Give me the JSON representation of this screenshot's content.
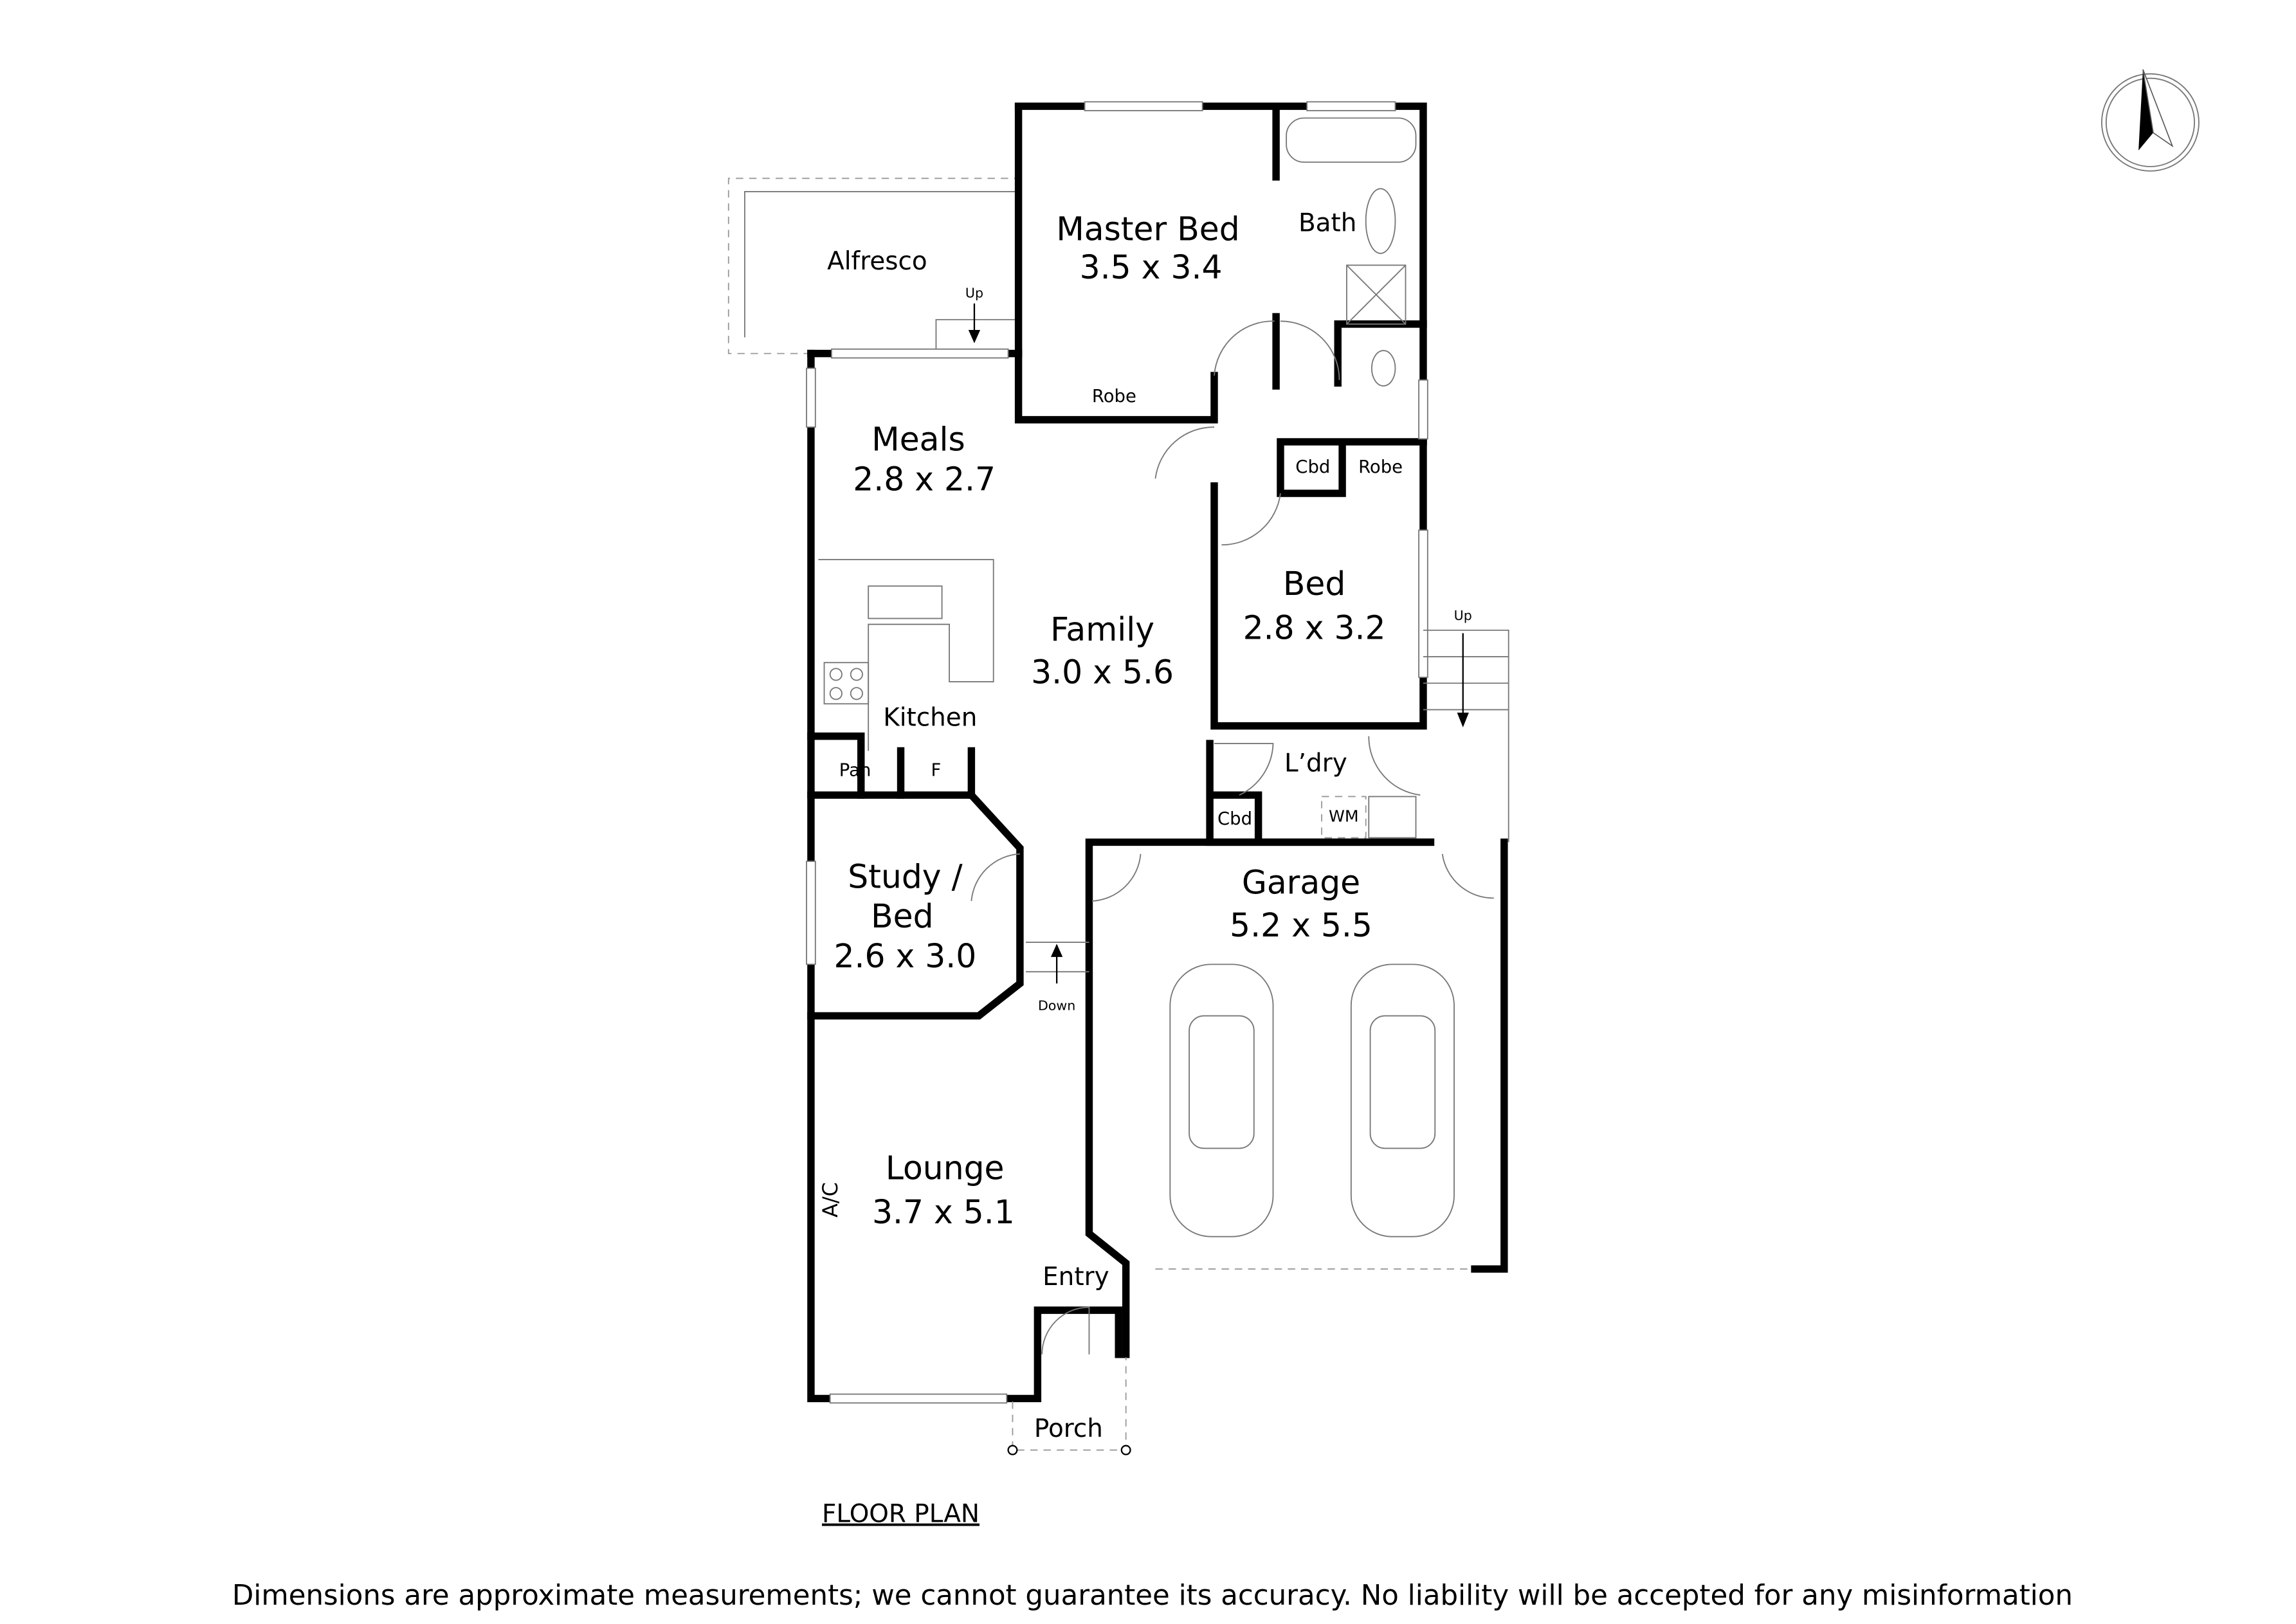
{
  "plan_title": "FLOOR PLAN",
  "disclaimer": "Dimensions are approximate measurements; we cannot guarantee its accuracy. No liability will be accepted for any misinformation",
  "compass": {
    "icon": "north-arrow-icon"
  },
  "rooms": {
    "master_bed": {
      "name": "Master Bed",
      "dims": "3.5 x 3.4"
    },
    "bath": {
      "name": "Bath"
    },
    "alfresco": {
      "name": "Alfresco"
    },
    "meals": {
      "name": "Meals",
      "dims": "2.8 x 2.7"
    },
    "family": {
      "name": "Family",
      "dims": "3.0 x 5.6"
    },
    "bed": {
      "name": "Bed",
      "dims": "2.8 x 3.2"
    },
    "kitchen": {
      "name": "Kitchen"
    },
    "laundry": {
      "name": "L’dry"
    },
    "study": {
      "name1": "Study /",
      "name2": "Bed",
      "dims": "2.6 x 3.0"
    },
    "garage": {
      "name": "Garage",
      "dims": "5.2 x 5.5"
    },
    "lounge": {
      "name": "Lounge",
      "dims": "3.7 x 5.1"
    },
    "entry": {
      "name": "Entry"
    },
    "porch": {
      "name": "Porch"
    }
  },
  "labels": {
    "robe_master": "Robe",
    "robe_bed": "Robe",
    "cbd_bed": "Cbd",
    "cbd_ldry": "Cbd",
    "wm": "WM",
    "pantry": "Pan",
    "fridge": "F",
    "ac": "A/C",
    "up_alfresco": "Up",
    "up_stairs": "Up",
    "down": "Down"
  }
}
